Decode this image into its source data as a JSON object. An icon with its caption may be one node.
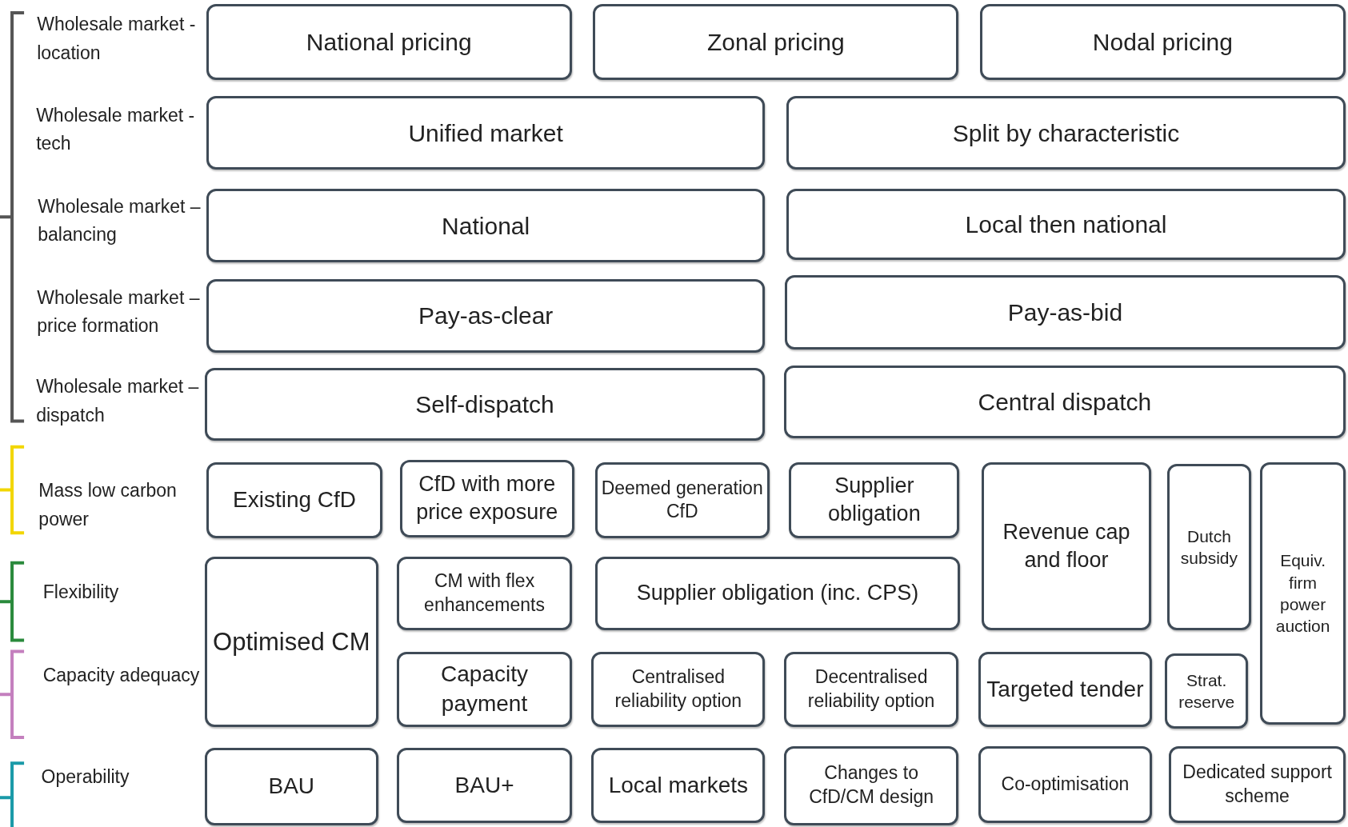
{
  "diagram": {
    "nodes": [
      {
        "text": [
          "National pricing"
        ]
      },
      {
        "text": [
          "Zonal pricing"
        ]
      },
      {
        "text": [
          "Nodal pricing"
        ]
      },
      {
        "text": [
          "Unified market"
        ]
      },
      {
        "text": [
          "Split by characteristic"
        ]
      },
      {
        "text": [
          "National"
        ]
      },
      {
        "text": [
          "Local then national"
        ]
      },
      {
        "text": [
          "Pay-as-clear"
        ]
      },
      {
        "text": [
          "Pay-as-bid"
        ]
      },
      {
        "text": [
          "Self-dispatch"
        ]
      },
      {
        "text": [
          "Central dispatch"
        ]
      },
      {
        "text": [
          "Existing CfD"
        ]
      },
      {
        "text": [
          "CfD with more price exposure"
        ]
      },
      {
        "text": [
          "Deemed generation CfD"
        ]
      },
      {
        "text": [
          "Supplier obligation"
        ]
      },
      {
        "text": [
          "Revenue cap and floor"
        ]
      },
      {
        "text": [
          "Dutch subsidy"
        ]
      },
      {
        "text": [
          "Equiv. firm power auction"
        ]
      },
      {
        "text": [
          "Optimised CM"
        ]
      },
      {
        "text": [
          "CM with flex enhancements"
        ]
      },
      {
        "text": [
          "Supplier obligation (inc. CPS)"
        ]
      },
      {
        "text": [
          "Capacity payment"
        ]
      },
      {
        "text": [
          "Centralised reliability option"
        ]
      },
      {
        "text": [
          "Decentralised reliability option"
        ]
      },
      {
        "text": [
          "Targeted tender"
        ]
      },
      {
        "text": [
          "Strat. reserve"
        ]
      },
      {
        "text": [
          "BAU"
        ]
      },
      {
        "text": [
          "BAU+"
        ]
      },
      {
        "text": [
          "Local markets"
        ]
      },
      {
        "text": [
          "Changes to CfD/CM design"
        ]
      },
      {
        "text": [
          "Co-optimisation"
        ]
      },
      {
        "text": [
          "Dedicated support scheme"
        ]
      }
    ],
    "edges": [],
    "labels": [
      "Wholesale market - location",
      "Wholesale market - tech",
      "Wholesale market – balancing",
      "Wholesale market – price formation",
      "Wholesale market – dispatch",
      "Mass low carbon power",
      "Flexibility",
      "Capacity adequacy",
      "Operability"
    ]
  }
}
